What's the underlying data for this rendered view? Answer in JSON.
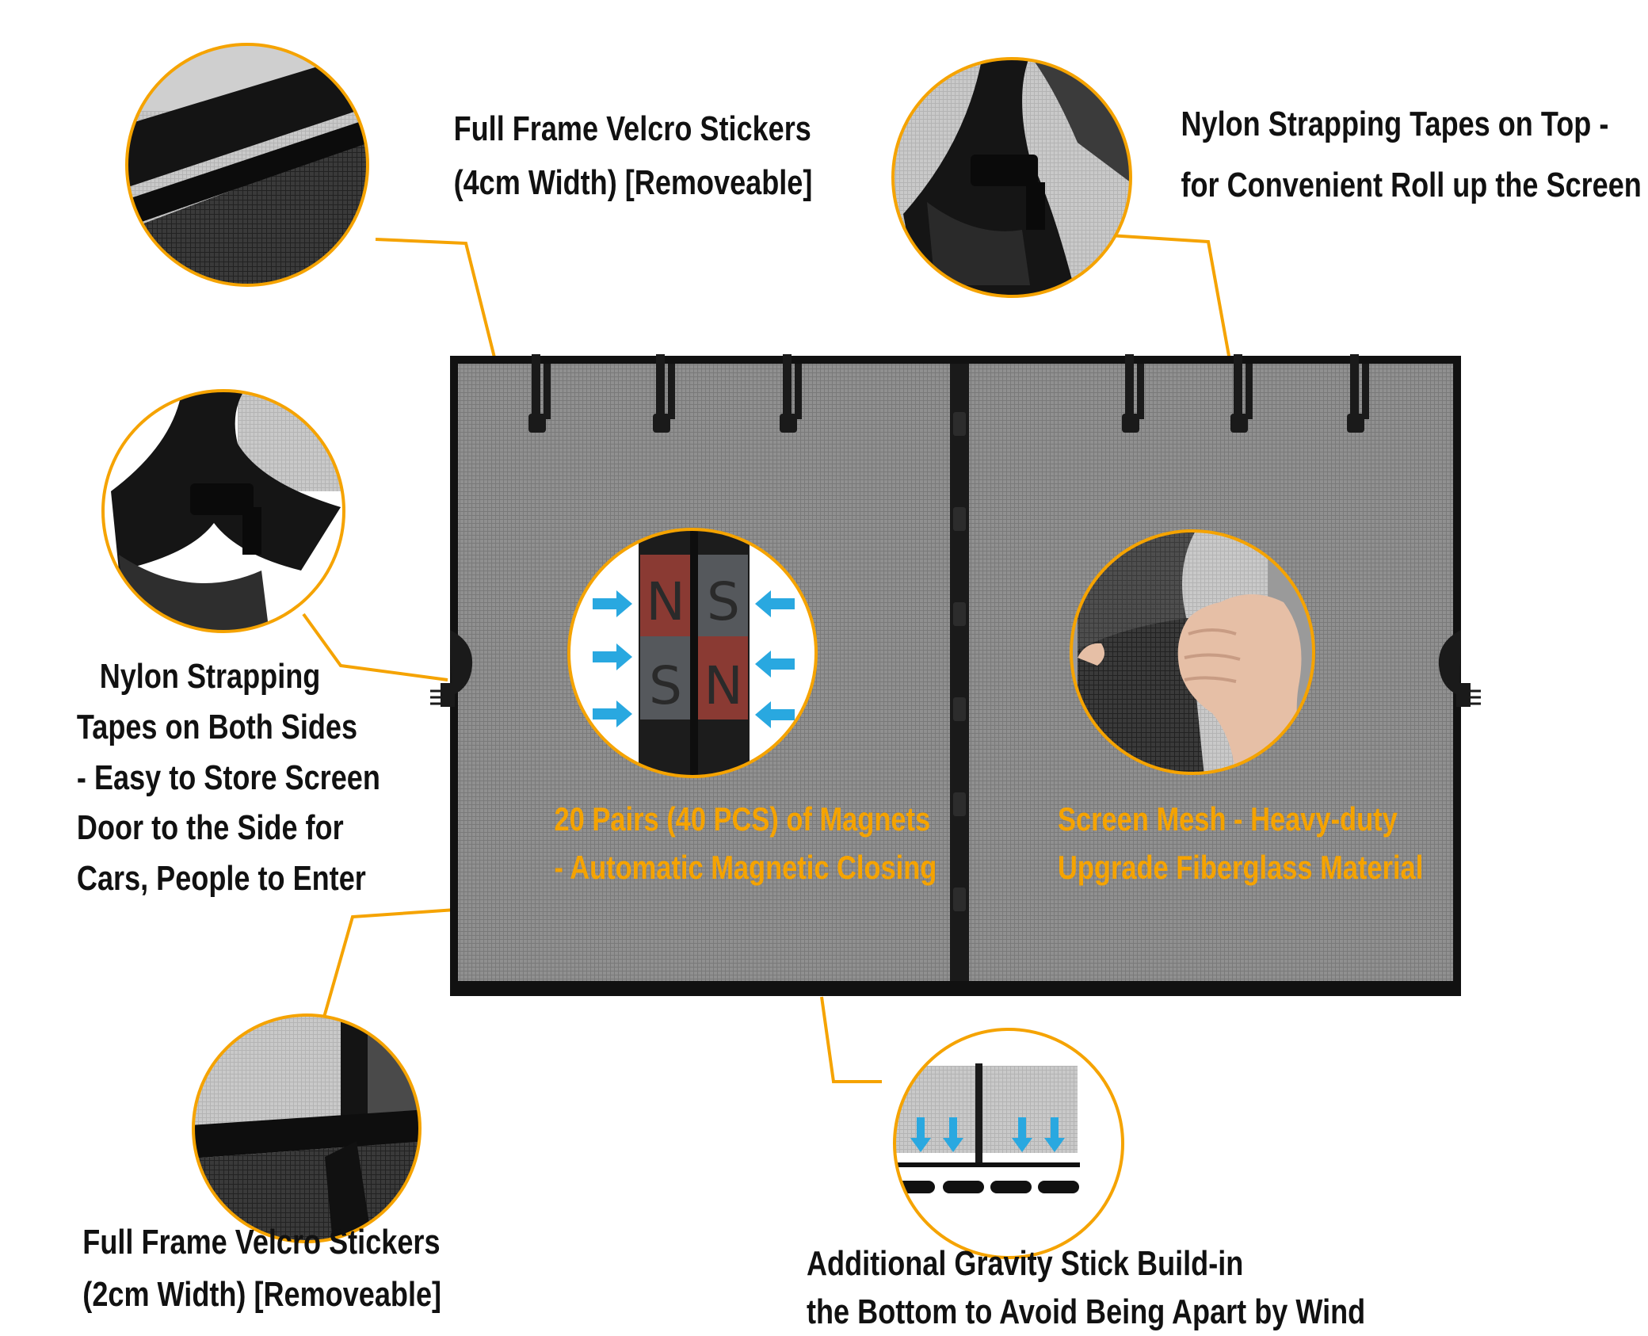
{
  "callouts": {
    "velcro_top": {
      "line1": "Full Frame Velcro Stickers",
      "line2": "(4cm Width) [Removeable]"
    },
    "straps_top": {
      "line1": "Nylon Strapping Tapes on Top -",
      "line2": "for Convenient Roll up the Screen Door"
    },
    "straps_side": {
      "line1": "Nylon Strapping",
      "line2": "Tapes on Both Sides",
      "line3": "- Easy to Store Screen",
      "line4": "Door to the Side for",
      "line5": "Cars, People to Enter"
    },
    "velcro_bottom": {
      "line1": "Full Frame Velcro Stickers",
      "line2": "(2cm Width) [Removeable]"
    },
    "gravity": {
      "line1": "Additional Gravity Stick Build-in",
      "line2": "the Bottom to Avoid Being Apart by Wind"
    },
    "magnets": {
      "line1": "20 Pairs (40 PCS) of Magnets",
      "line2": "- Automatic Magnetic Closing"
    },
    "mesh": {
      "line1": "Screen Mesh - Heavy-duty",
      "line2": "Upgrade Fiberglass Material"
    }
  },
  "magnet_letters": {
    "left_top": "N",
    "left_bottom": "S",
    "right_top": "S",
    "right_bottom": "N"
  },
  "colors": {
    "accent": "#f5a300",
    "arrow": "#29a8e0",
    "frame": "#111111",
    "mesh": "#8f8f8f",
    "magnet_red": "#8a3a33",
    "magnet_grey": "#55585c"
  }
}
